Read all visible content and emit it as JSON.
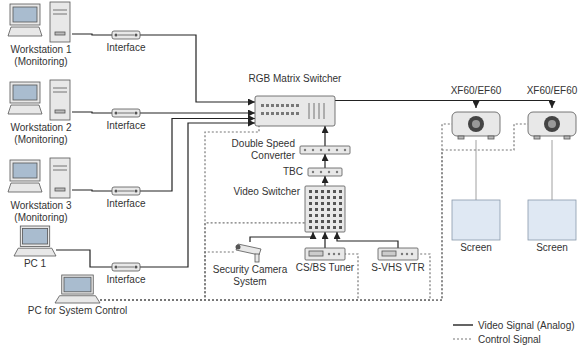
{
  "diagram": {
    "nodes": [
      {
        "text": [
          "Workstation 1 (Monitoring)"
        ]
      },
      {
        "text": [
          "Interface"
        ]
      },
      {
        "text": [
          "Workstation 2 (Monitoring)"
        ]
      },
      {
        "text": [
          "Interface"
        ]
      },
      {
        "text": [
          "Workstation 3 (Monitoring)"
        ]
      },
      {
        "text": [
          "Interface"
        ]
      },
      {
        "text": [
          "PC 1"
        ]
      },
      {
        "text": [
          "Interface"
        ]
      },
      {
        "text": [
          "RGB Matrix Switcher"
        ]
      },
      {
        "text": [
          "Double Speed Converter"
        ]
      },
      {
        "text": [
          "TBC"
        ]
      },
      {
        "text": [
          "Video Switcher"
        ]
      },
      {
        "text": [
          "Security Camera System"
        ]
      },
      {
        "text": [
          "CS/BS Tuner"
        ]
      },
      {
        "text": [
          "S-VHS VTR"
        ]
      },
      {
        "text": [
          "PC for System Control"
        ]
      },
      {
        "text": [
          "XF60/EF60"
        ]
      },
      {
        "text": [
          "XF60/EF60"
        ]
      },
      {
        "text": [
          "Screen"
        ]
      },
      {
        "text": [
          "Screen"
        ]
      }
    ],
    "edges": [
      {
        "from": 0,
        "to": 1,
        "arrow": "none"
      },
      {
        "from": 2,
        "to": 3,
        "arrow": "none"
      },
      {
        "from": 4,
        "to": 5,
        "arrow": "none"
      },
      {
        "from": 6,
        "to": 7,
        "arrow": "none"
      },
      {
        "from": 1,
        "to": 8,
        "arrow": "to"
      },
      {
        "from": 3,
        "to": 8,
        "arrow": "to"
      },
      {
        "from": 5,
        "to": 8,
        "arrow": "to"
      },
      {
        "from": 7,
        "to": 8,
        "arrow": "to"
      },
      {
        "from": 8,
        "to": 16,
        "arrow": "to"
      },
      {
        "from": 8,
        "to": 17,
        "arrow": "to"
      },
      {
        "from": 11,
        "to": 10,
        "arrow": "to"
      },
      {
        "from": 10,
        "to": 9,
        "arrow": "to"
      },
      {
        "from": 9,
        "to": 8,
        "arrow": "to"
      },
      {
        "from": 12,
        "to": 11,
        "arrow": "to"
      },
      {
        "from": 13,
        "to": 11,
        "arrow": "to"
      },
      {
        "from": 14,
        "to": 11,
        "arrow": "to"
      },
      {
        "from": 16,
        "to": 18,
        "arrow": "none"
      },
      {
        "from": 17,
        "to": 19,
        "arrow": "none"
      },
      {
        "from": 15,
        "to": 8,
        "arrow": "none"
      },
      {
        "from": 15,
        "to": 11,
        "arrow": "none"
      },
      {
        "from": 15,
        "to": 12,
        "arrow": "none"
      },
      {
        "from": 15,
        "to": 13,
        "arrow": "none"
      },
      {
        "from": 15,
        "to": 14,
        "arrow": "none"
      },
      {
        "from": 15,
        "to": 16,
        "arrow": "none"
      },
      {
        "from": 15,
        "to": 17,
        "arrow": "none"
      }
    ],
    "legend": [
      {
        "text": "Video Signal (Analog)"
      },
      {
        "text": "Control Signal"
      }
    ]
  }
}
